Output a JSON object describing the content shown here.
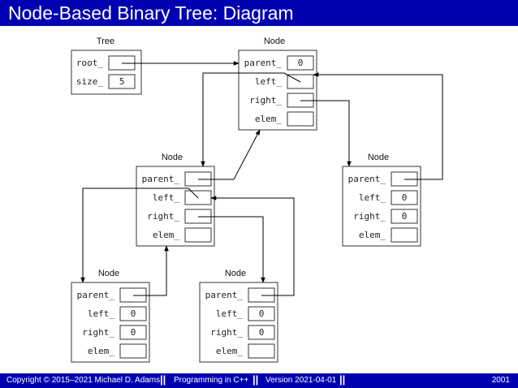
{
  "header": {
    "title": "Node-Based Binary Tree: Diagram"
  },
  "footer": {
    "copyright": "Copyright © 2015–2021 Michael D. Adams",
    "course": "Programming in C++",
    "version": "Version 2021-04-01",
    "page": "2001",
    "separator": "||"
  },
  "diagram": {
    "tree": {
      "caption": "Tree",
      "root_label": "root_",
      "size_label": "size_",
      "size_value": "5"
    },
    "node_caption": "Node",
    "field_labels": {
      "parent": "parent_",
      "left": "left_",
      "right": "right_",
      "elem": "elem_"
    },
    "root_node": {
      "parent_value": "0"
    },
    "right_child": {
      "left_value": "0",
      "right_value": "0"
    },
    "left_left_leaf": {
      "left_value": "0",
      "right_value": "0"
    },
    "left_right_leaf": {
      "left_value": "0",
      "right_value": "0"
    }
  },
  "colors": {
    "header_bg": "#0000b0",
    "header_text": "#ffffff",
    "line": "#000000",
    "box_border": "#333333"
  }
}
